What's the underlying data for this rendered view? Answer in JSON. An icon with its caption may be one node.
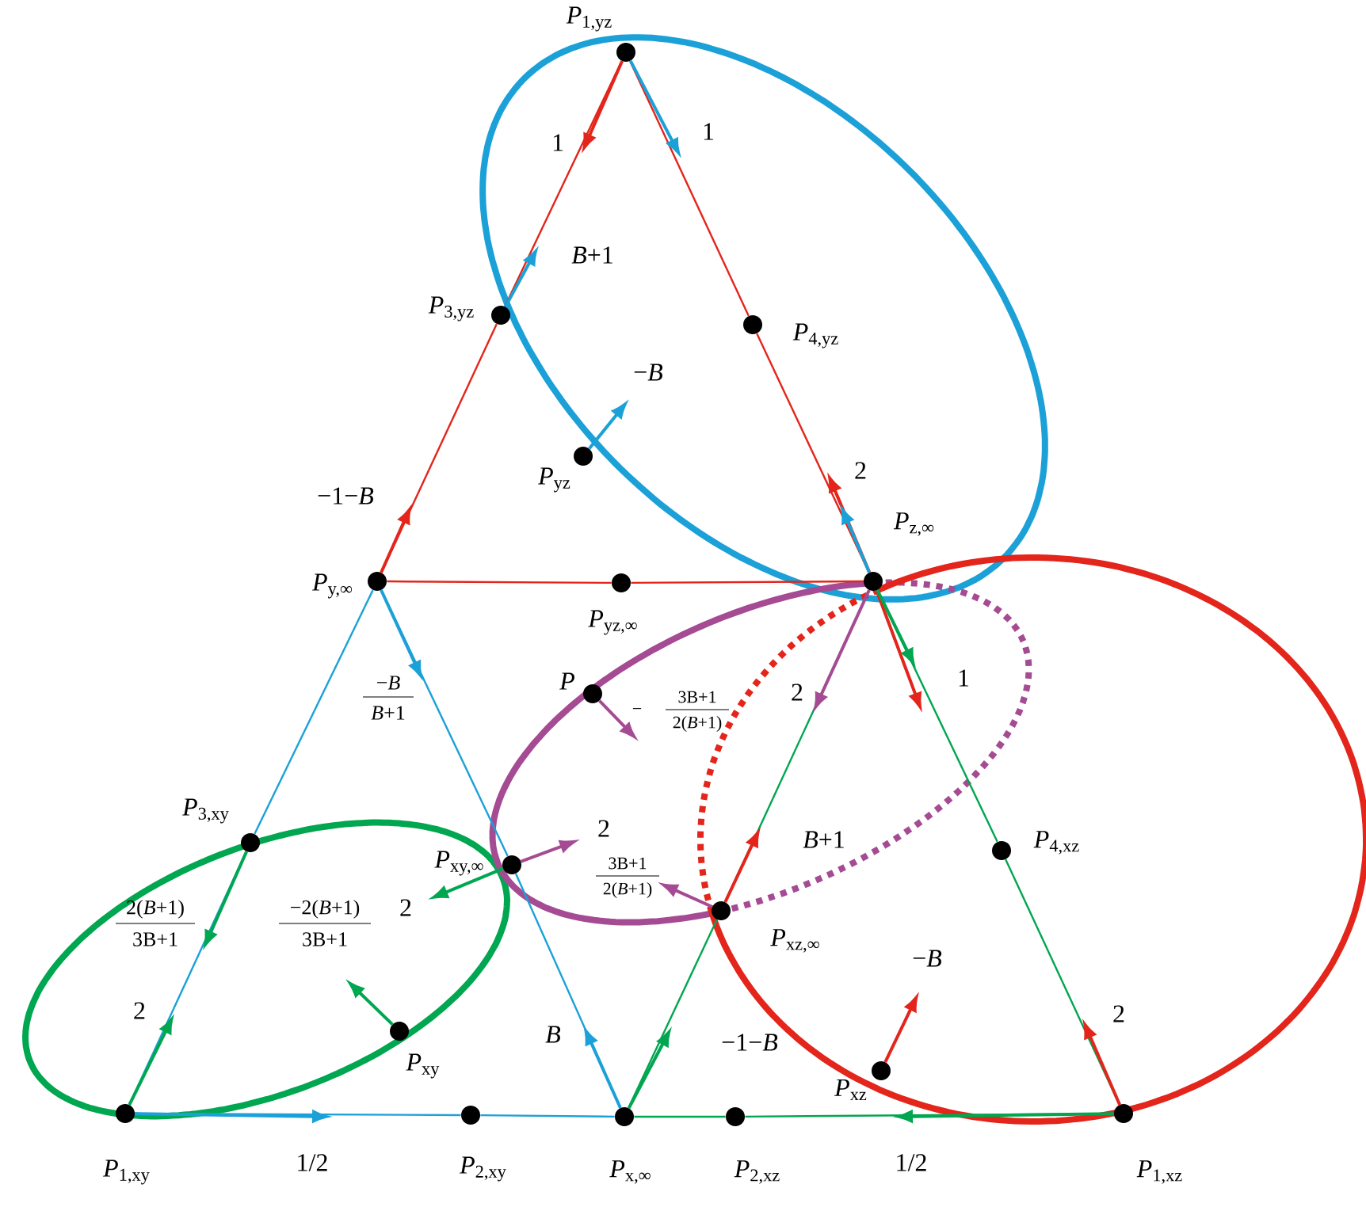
{
  "diagram": {
    "nodes": [
      {
        "text": [],
        "shape": "circle",
        "beside": [
          "*P*$_{1,yz}$"
        ]
      },
      {
        "text": [],
        "shape": "circle",
        "beside": [
          "*P*$_{3,yz}$"
        ]
      },
      {
        "text": [],
        "shape": "circle",
        "beside": [
          "*P*$_{4,yz}$"
        ]
      },
      {
        "text": [],
        "shape": "circle",
        "beside": [
          "*P*$_{yz}$"
        ]
      },
      {
        "text": [],
        "shape": "circle",
        "beside": [
          "*P*$_{z,∞}$"
        ]
      },
      {
        "text": [],
        "shape": "circle",
        "beside": [
          "*P*$_{y,∞}$"
        ]
      },
      {
        "text": [],
        "shape": "circle",
        "beside": [
          "*P*$_{yz,∞}$"
        ]
      },
      {
        "text": [],
        "shape": "circle",
        "beside": [
          "*P*"
        ]
      },
      {
        "text": [],
        "shape": "circle",
        "beside": [
          "*P*$_{3,xy}$"
        ]
      },
      {
        "text": [],
        "shape": "circle",
        "beside": [
          "*P*$_{xy,∞}$"
        ]
      },
      {
        "text": [],
        "shape": "circle",
        "beside": [
          "*P*$_{4,xz}$"
        ]
      },
      {
        "text": [],
        "shape": "circle",
        "beside": [
          "*P*$_{xz,∞}$"
        ]
      },
      {
        "text": [],
        "shape": "circle",
        "beside": [
          "*P*$_{xy}$"
        ]
      },
      {
        "text": [],
        "shape": "circle",
        "beside": [
          "*P*$_{xz}$"
        ]
      },
      {
        "text": [],
        "shape": "circle",
        "beside": [
          "*P*$_{1,xy}$"
        ]
      },
      {
        "text": [],
        "shape": "circle",
        "beside": [
          "*P*$_{2,xy}$"
        ]
      },
      {
        "text": [],
        "shape": "circle",
        "beside": [
          "*P*$_{x,∞}$"
        ]
      },
      {
        "text": [],
        "shape": "circle",
        "beside": [
          "*P*$_{2,xz}$"
        ]
      },
      {
        "text": [],
        "shape": "circle",
        "beside": [
          "*P*$_{1,xz}$"
        ]
      }
    ],
    "edges": [
      {
        "from": 0,
        "to": 1,
        "arrow": "none",
        "color": "#e3251b"
      },
      {
        "from": 1,
        "to": 5,
        "arrow": "none",
        "color": "#e3251b"
      },
      {
        "from": 0,
        "to": 2,
        "arrow": "none",
        "color": "#e3251b"
      },
      {
        "from": 2,
        "to": 4,
        "arrow": "none",
        "color": "#e3251b"
      },
      {
        "from": 5,
        "to": 6,
        "arrow": "none",
        "color": "#e3251b"
      },
      {
        "from": 6,
        "to": 4,
        "arrow": "none",
        "color": "#e3251b"
      },
      {
        "from": 5,
        "to": 8,
        "arrow": "none",
        "color": "#1ba1d8"
      },
      {
        "from": 8,
        "to": 14,
        "arrow": "none",
        "color": "#1ba1d8"
      },
      {
        "from": 5,
        "to": 9,
        "arrow": "none",
        "color": "#1ba1d8"
      },
      {
        "from": 9,
        "to": 16,
        "arrow": "none",
        "color": "#1ba1d8"
      },
      {
        "from": 14,
        "to": 15,
        "arrow": "none",
        "color": "#1ba1d8"
      },
      {
        "from": 15,
        "to": 16,
        "arrow": "none",
        "color": "#1ba1d8"
      },
      {
        "from": 16,
        "to": 17,
        "arrow": "none",
        "color": "#00a650"
      },
      {
        "from": 17,
        "to": 18,
        "arrow": "none",
        "color": "#00a650"
      },
      {
        "from": 16,
        "to": 11,
        "arrow": "none",
        "color": "#00a650"
      },
      {
        "from": 11,
        "to": 4,
        "arrow": "none",
        "color": "#00a650"
      },
      {
        "from": 4,
        "to": 10,
        "arrow": "none",
        "color": "#00a650"
      },
      {
        "from": 10,
        "to": 18,
        "arrow": "none",
        "color": "#00a650"
      }
    ],
    "labels": [
      "1",
      "1",
      "*B*+1",
      "−*B*",
      "2",
      "−1−*B*",
      "−*B*",
      "*B*+1",
      "−",
      "3B+1",
      "2(*B*+1)",
      "2",
      "1",
      "2",
      "3B+1",
      "2(*B*+1)",
      "*B*+1",
      "2(*B*+1)",
      "3B+1",
      "−2(*B*+1)",
      "3B+1",
      "2",
      "2",
      "−*B*",
      "−1−*B*",
      "*B*",
      "2",
      "1/2",
      "1/2"
    ]
  }
}
